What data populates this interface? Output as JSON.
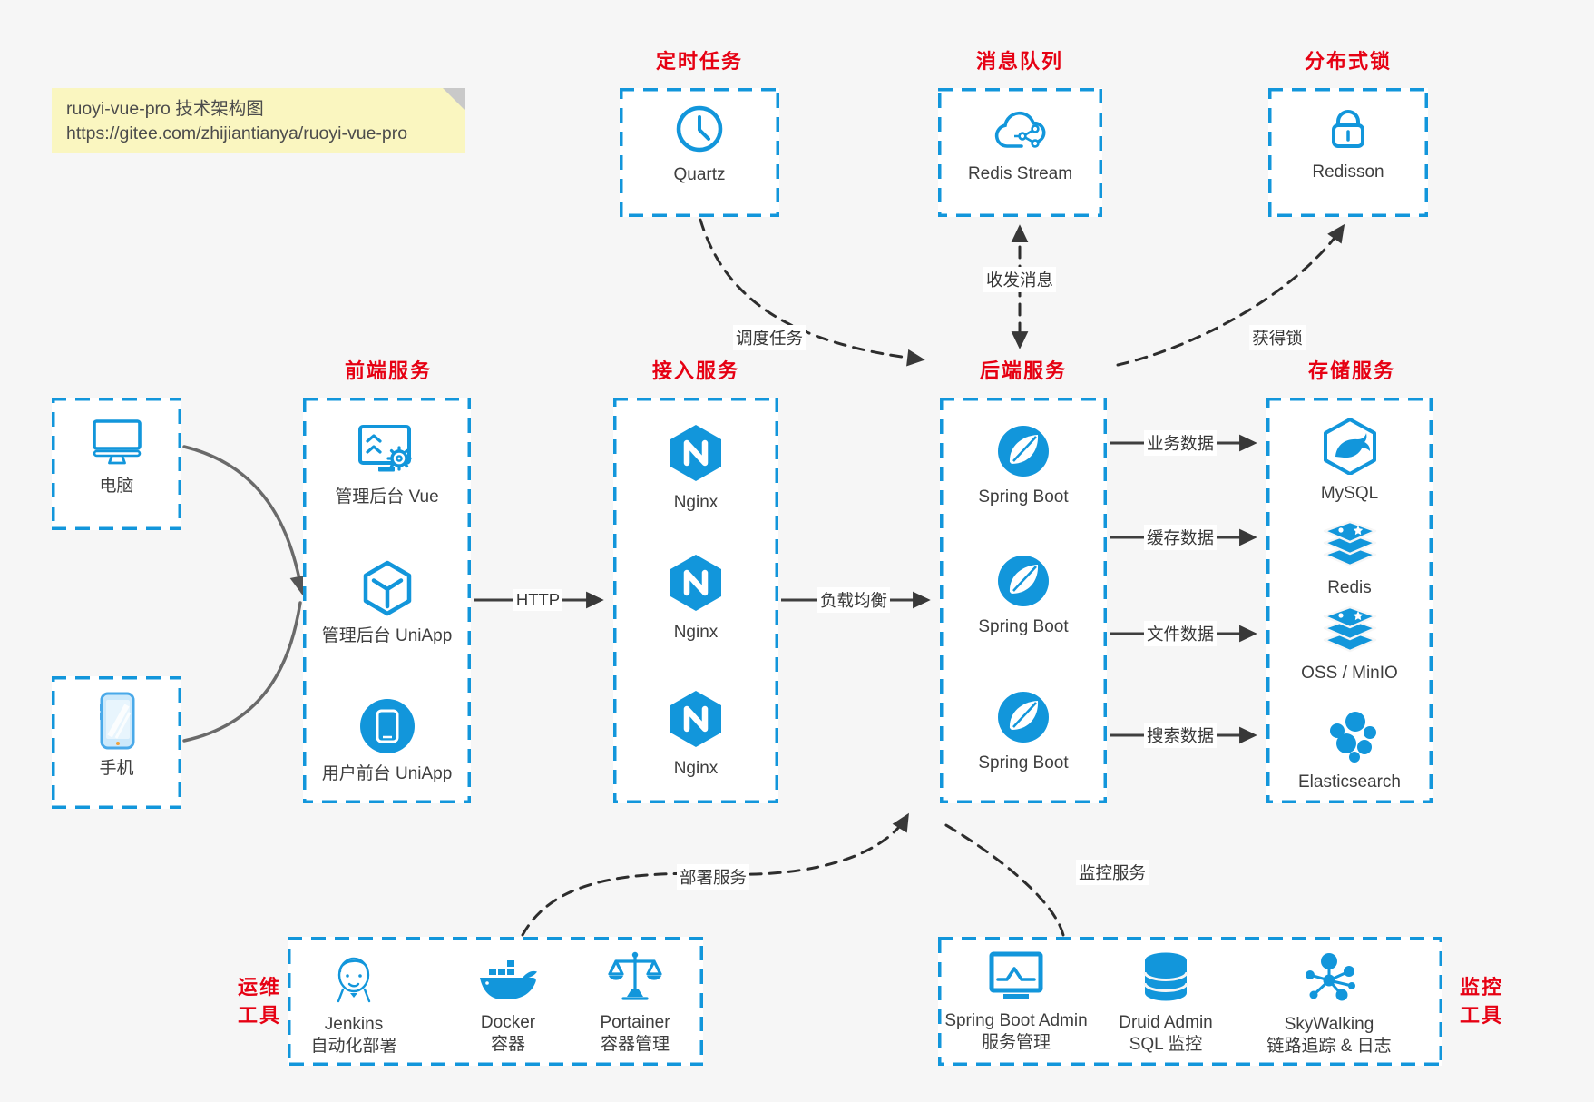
{
  "note": {
    "line1": "ruoyi-vue-pro 技术架构图",
    "line2": "https://gitee.com/zhijiantianya/ruoyi-vue-pro"
  },
  "colors": {
    "accent_blue": "#1296db",
    "title_red": "#e60113",
    "background": "#f6f6f6",
    "arrow_dark": "#3a3a3a",
    "note_yellow": "#faf6c0"
  },
  "top_groups": {
    "scheduler": {
      "title": "定时任务",
      "item": {
        "icon": "clock-icon",
        "label": "Quartz"
      }
    },
    "mq": {
      "title": "消息队列",
      "item": {
        "icon": "cloud-stream-icon",
        "label": "Redis Stream"
      }
    },
    "lock": {
      "title": "分布式锁",
      "item": {
        "icon": "lock-icon",
        "label": "Redisson"
      }
    }
  },
  "clients": {
    "pc": {
      "icon": "desktop-icon",
      "label": "电脑"
    },
    "mobile": {
      "icon": "smartphone-icon",
      "label": "手机"
    }
  },
  "columns": {
    "frontend": {
      "title": "前端服务",
      "items": [
        {
          "icon": "admin-vue-icon",
          "label": "管理后台 Vue"
        },
        {
          "icon": "uniapp-cube-icon",
          "label": "管理后台 UniApp"
        },
        {
          "icon": "user-app-icon",
          "label": "用户前台 UniApp"
        }
      ]
    },
    "gateway": {
      "title": "接入服务",
      "items": [
        {
          "icon": "nginx-icon",
          "label": "Nginx"
        },
        {
          "icon": "nginx-icon",
          "label": "Nginx"
        },
        {
          "icon": "nginx-icon",
          "label": "Nginx"
        }
      ]
    },
    "backend": {
      "title": "后端服务",
      "items": [
        {
          "icon": "spring-boot-icon",
          "label": "Spring Boot"
        },
        {
          "icon": "spring-boot-icon",
          "label": "Spring Boot"
        },
        {
          "icon": "spring-boot-icon",
          "label": "Spring Boot"
        }
      ]
    },
    "storage": {
      "title": "存储服务",
      "items": [
        {
          "icon": "mysql-icon",
          "label": "MySQL"
        },
        {
          "icon": "redis-stack-icon",
          "label": "Redis"
        },
        {
          "icon": "storage-stack-icon",
          "label": "OSS / MinIO"
        },
        {
          "icon": "elasticsearch-icon",
          "label": "Elasticsearch"
        }
      ]
    }
  },
  "bottom_groups": {
    "ops": {
      "title_lines": [
        "运维",
        "工具"
      ],
      "items": [
        {
          "icon": "jenkins-icon",
          "label": "Jenkins",
          "sublabel": "自动化部署"
        },
        {
          "icon": "docker-icon",
          "label": "Docker",
          "sublabel": "容器"
        },
        {
          "icon": "portainer-icon",
          "label": "Portainer",
          "sublabel": "容器管理"
        }
      ]
    },
    "monitoring": {
      "title_lines": [
        "监控",
        "工具"
      ],
      "items": [
        {
          "icon": "spring-admin-icon",
          "label": "Spring Boot Admin",
          "sublabel": "服务管理"
        },
        {
          "icon": "druid-icon",
          "label": "Druid Admin",
          "sublabel": "SQL 监控"
        },
        {
          "icon": "skywalking-icon",
          "label": "SkyWalking",
          "sublabel": "链路追踪 & 日志"
        }
      ]
    }
  },
  "edge_labels": {
    "http": "HTTP",
    "load_balance": "负载均衡",
    "biz_data": "业务数据",
    "cache_data": "缓存数据",
    "file_data": "文件数据",
    "search_data": "搜索数据",
    "schedule": "调度任务",
    "messages": "收发消息",
    "acquire_lock": "获得锁",
    "deploy": "部署服务",
    "monitor": "监控服务"
  }
}
